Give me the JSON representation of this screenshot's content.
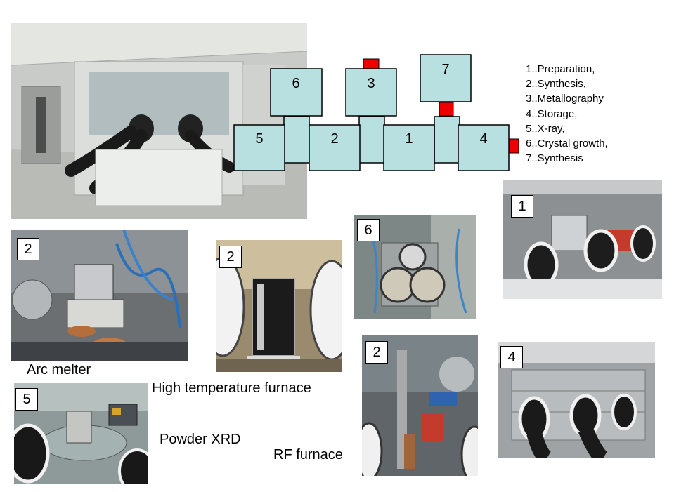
{
  "layout_diagram": {
    "modules": [
      {
        "id": "5",
        "label": "5"
      },
      {
        "id": "6",
        "label": "6"
      },
      {
        "id": "2",
        "label": "2"
      },
      {
        "id": "3",
        "label": "3"
      },
      {
        "id": "1",
        "label": "1"
      },
      {
        "id": "7",
        "label": "7"
      },
      {
        "id": "4",
        "label": "4"
      }
    ],
    "colors": {
      "module_fill": "#b8e0e0",
      "module_stroke": "#000000",
      "port_fill": "#ee0000"
    }
  },
  "legend": [
    "1..Preparation,",
    "2..Synthesis,",
    "3..Metallography",
    "4..Storage,",
    "5..X-ray,",
    "6..Crystal growth,",
    "7..Synthesis"
  ],
  "photos": {
    "main_lab": {
      "tag": ""
    },
    "arc_melter": {
      "tag": "2",
      "caption": "Arc melter"
    },
    "high_temp_furnace": {
      "tag": "2",
      "caption": "High temperature furnace"
    },
    "crystal_growth": {
      "tag": "6"
    },
    "preparation": {
      "tag": "1"
    },
    "rf_furnace": {
      "tag": "2",
      "caption": "RF furnace"
    },
    "storage": {
      "tag": "4"
    },
    "powder_xrd": {
      "tag": "5",
      "caption": "Powder XRD"
    }
  }
}
